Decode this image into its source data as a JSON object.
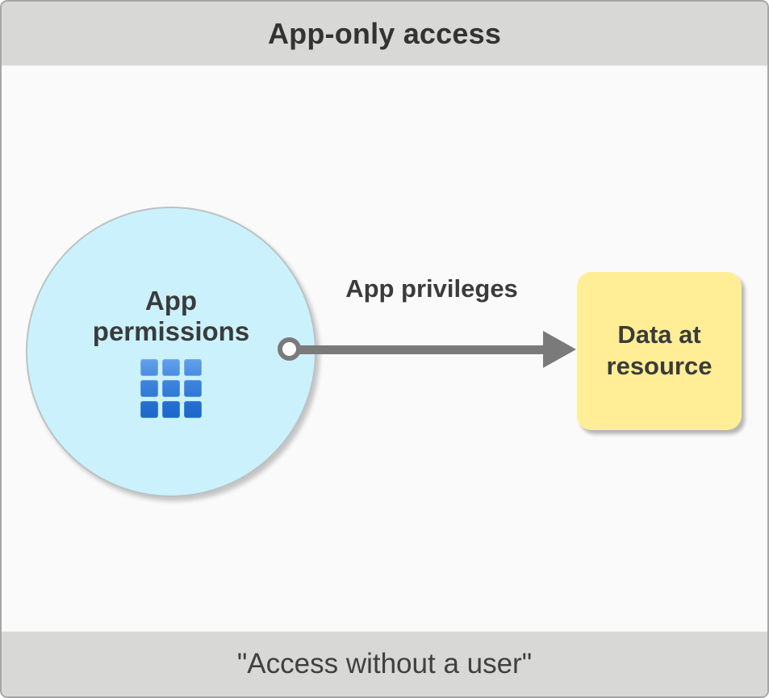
{
  "header": {
    "title": "App-only access"
  },
  "diagram": {
    "circle": {
      "label": "App permissions",
      "fill": "#cbf2fc",
      "icon": "app-grid-icon"
    },
    "arrow": {
      "label": "App privileges",
      "color": "#7a7a7a"
    },
    "resource_box": {
      "label": "Data at resource",
      "fill": "#ffee95"
    }
  },
  "footer": {
    "caption": "\"Access without a user\""
  },
  "colors": {
    "band_background": "#d8d8d6",
    "canvas_background": "#fafafa",
    "text": "#3b3b3b",
    "grid_icon_blue_top": "#5a99e7",
    "grid_icon_blue_bottom": "#1c67c8"
  }
}
